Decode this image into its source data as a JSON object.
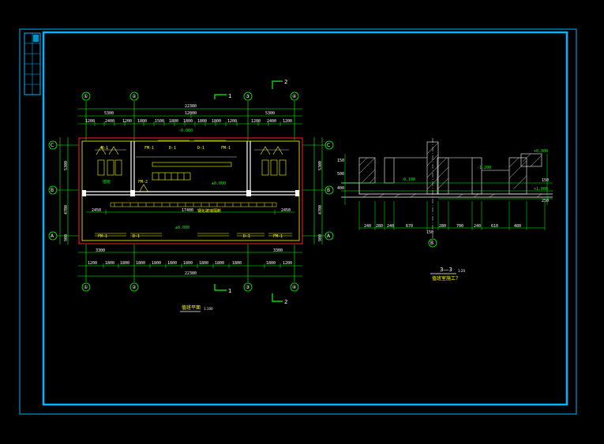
{
  "colors": {
    "background": "#000000",
    "frame": "#00b4ff",
    "wall": "#ff2020",
    "dimension": "#00ff00",
    "text": "#ffffff",
    "annotation": "#ffff00",
    "grid_bubble": "#00ff00",
    "section": "#ffffff"
  },
  "plan": {
    "title": "值班平面",
    "scale": "1:100",
    "axes_horizontal": [
      "①",
      "②",
      "③",
      "④"
    ],
    "axes_vertical": [
      "C",
      "B",
      "A"
    ],
    "section_mark_1": "1",
    "section_mark_2": "2",
    "top_total": "22380",
    "top_mid": [
      "12000",
      "5300",
      "5300"
    ],
    "top_detail": [
      "1200",
      "2400",
      "1200",
      "1800",
      "1500",
      "1800",
      "1800",
      "1800",
      "1800",
      "1200",
      "1200",
      "2400",
      "1200"
    ],
    "bottom_total": "22380",
    "bottom_detail": [
      "1200",
      "1800",
      "1800",
      "1800",
      "1800",
      "1800",
      "1800",
      "1800",
      "1800",
      "1800",
      "1800",
      "1200"
    ],
    "bottom_sub_left": "3300",
    "bottom_sub_right": "3300",
    "left_dims": [
      "5300",
      "4700",
      "900"
    ],
    "right_dims": [
      "5300",
      "4700",
      "900"
    ],
    "inner_span": "17400",
    "inner_left": "2450",
    "inner_right": "2450",
    "elev_a": "±0.000",
    "elev_b": "±0.000",
    "elev_c": "-0.060",
    "room_label": "值班",
    "door_labels": [
      "FM-1",
      "D-1",
      "D-1",
      "FM-1",
      "M-1",
      "FM-2",
      "D-1",
      "D-1",
      "FM-1",
      "FM-1"
    ],
    "corridor_note": "钢化玻璃隔断"
  },
  "section": {
    "mark": "3—3",
    "scale": "1:20",
    "note": "值班室施工？",
    "axis": "B",
    "elev_top": "+0.900",
    "elev_mid": "-0.100",
    "elev_right": "+1.000",
    "elev_low": "-1.200",
    "dims_bottom": [
      "240",
      "280",
      "240",
      "670",
      "150",
      "280",
      "700",
      "240",
      "610",
      "480"
    ],
    "dims_vertical": [
      "150",
      "500",
      "400",
      "150",
      "250"
    ]
  },
  "titleblock": {
    "cells": [
      "",
      "",
      "",
      "",
      "",
      ""
    ]
  }
}
